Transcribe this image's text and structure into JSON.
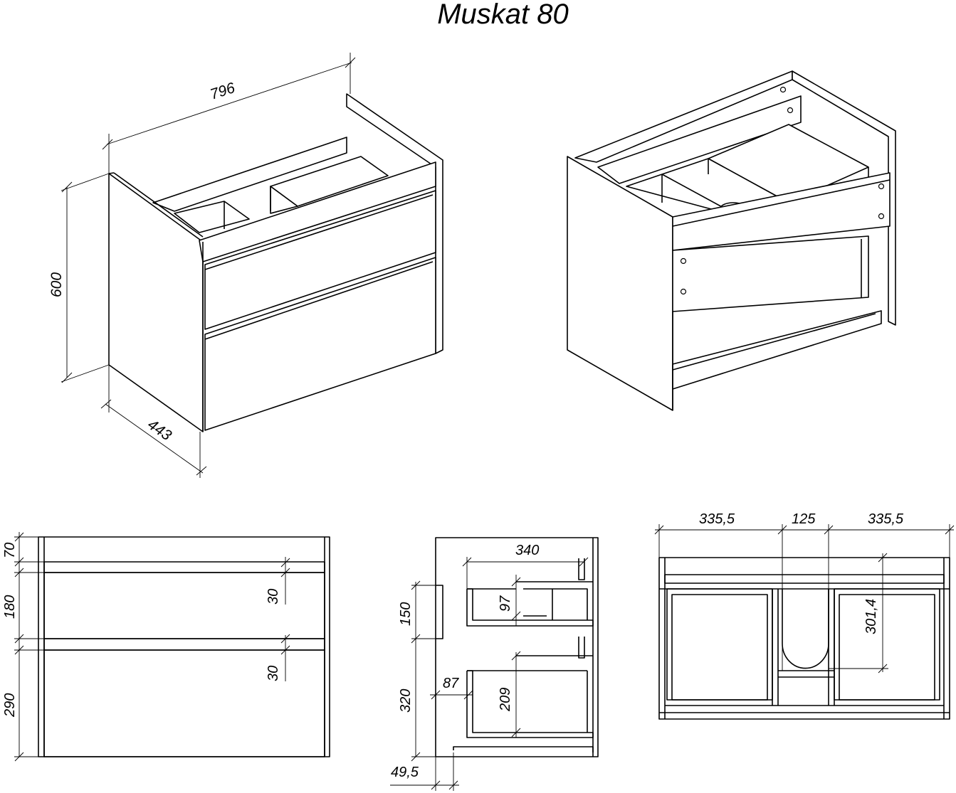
{
  "title": "Muskat 80",
  "iso_front": {
    "width": "796",
    "height": "600",
    "depth": "443"
  },
  "front_view": {
    "top_band": "70",
    "drawer1": "180",
    "drawer2": "290",
    "gap1": "30",
    "gap2": "30"
  },
  "side_view": {
    "drawer_depth": "340",
    "upper_height": "150",
    "lower_height": "320",
    "inner1": "97",
    "inner2": "209",
    "offset": "87",
    "bottom_offset": "49,5"
  },
  "top_view": {
    "left": "335,5",
    "center": "125",
    "right": "335,5",
    "depth": "301,4"
  },
  "colors": {
    "stroke": "#000000",
    "background": "#ffffff"
  }
}
